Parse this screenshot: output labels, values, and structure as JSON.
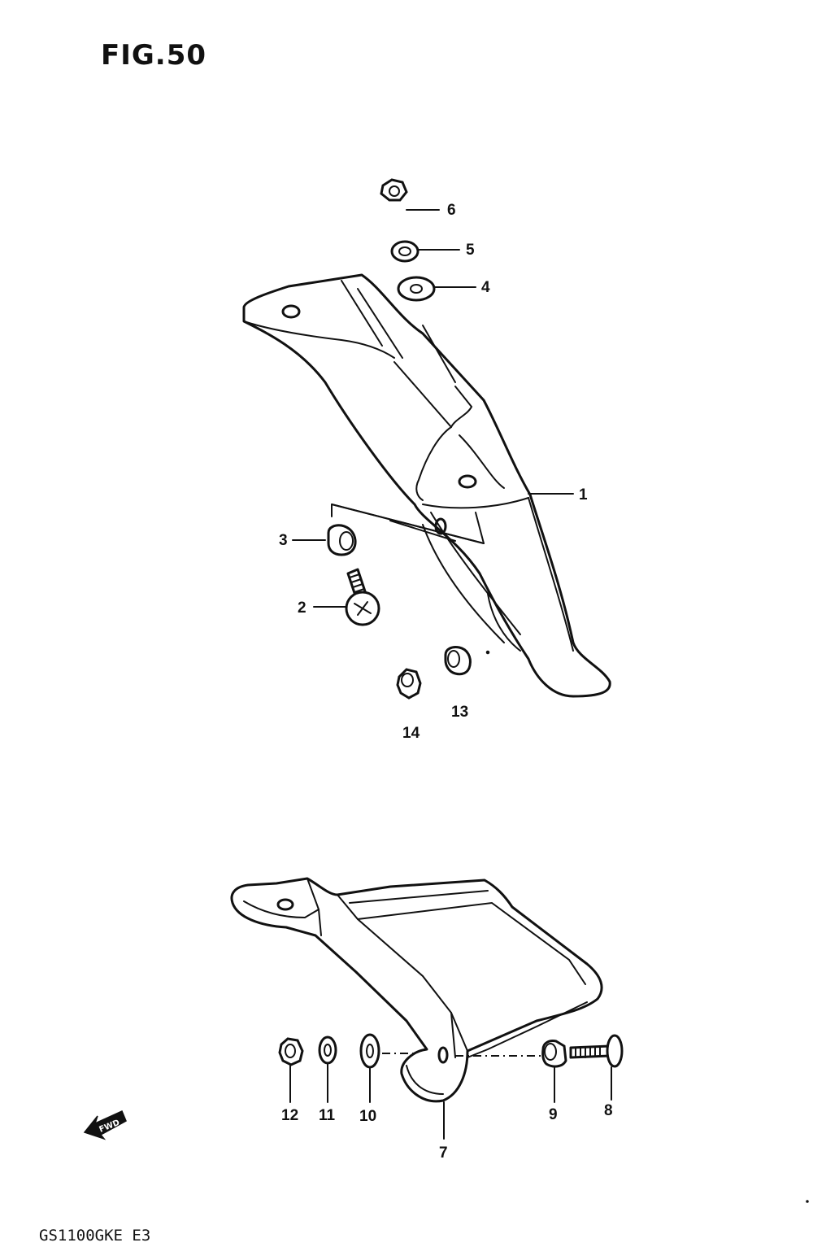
{
  "figure": {
    "title": "FIG.50",
    "model_code": "GS1100GKE E3",
    "fwd_label": "FWD"
  },
  "callouts": [
    {
      "id": "1",
      "label": "1"
    },
    {
      "id": "2",
      "label": "2"
    },
    {
      "id": "3",
      "label": "3"
    },
    {
      "id": "4",
      "label": "4"
    },
    {
      "id": "5",
      "label": "5"
    },
    {
      "id": "6",
      "label": "6"
    },
    {
      "id": "7",
      "label": "7"
    },
    {
      "id": "8",
      "label": "8"
    },
    {
      "id": "9",
      "label": "9"
    },
    {
      "id": "10",
      "label": "10"
    },
    {
      "id": "11",
      "label": "11"
    },
    {
      "id": "12",
      "label": "12"
    },
    {
      "id": "13",
      "label": "13"
    },
    {
      "id": "14",
      "label": "14"
    }
  ]
}
